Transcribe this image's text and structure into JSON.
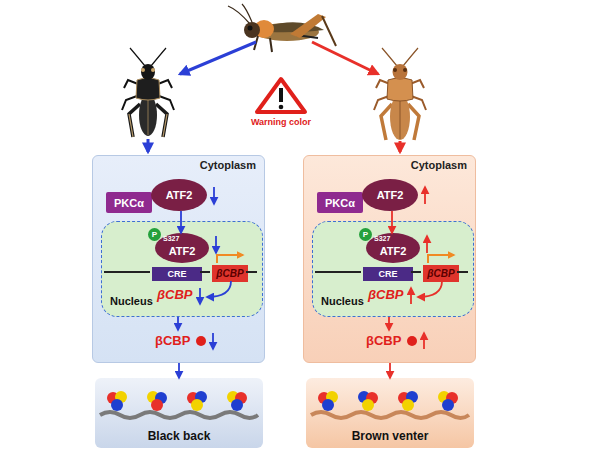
{
  "diagram": {
    "nodes": [
      {
        "text": [
          "Cytoplasm"
        ]
      },
      {
        "text": [
          "PKCα"
        ],
        "in": 0
      },
      {
        "text": [
          "ATF2"
        ],
        "in": 0
      },
      {
        "text": [
          "Nucleus"
        ],
        "in": 0
      },
      {
        "text": [
          "P"
        ],
        "in": 3
      },
      {
        "text": [
          "S327",
          "ATF2"
        ],
        "in": 3
      },
      {
        "text": [
          "CRE"
        ],
        "in": 3
      },
      {
        "text": [
          "βCBP"
        ],
        "in": 3
      },
      {
        "text": [
          "Black back"
        ]
      },
      {
        "text": [
          "Cytoplasm"
        ]
      },
      {
        "text": [
          "PKCα"
        ],
        "in": 9
      },
      {
        "text": [
          "ATF2"
        ],
        "in": 9
      },
      {
        "text": [
          "Nucleus"
        ],
        "in": 9
      },
      {
        "text": [
          "P"
        ],
        "in": 12
      },
      {
        "text": [
          "S327",
          "ATF2"
        ],
        "in": 12
      },
      {
        "text": [
          "CRE"
        ],
        "in": 12
      },
      {
        "text": [
          "βCBP"
        ],
        "in": 12
      },
      {
        "text": [
          "Brown venter"
        ]
      }
    ],
    "edges": [
      {
        "from": 2,
        "to": 5,
        "arrow": "to"
      },
      {
        "from": 0,
        "to": 8,
        "arrow": "to"
      },
      {
        "from": 11,
        "to": 14,
        "arrow": "to"
      },
      {
        "from": 9,
        "to": 17,
        "arrow": "to"
      }
    ],
    "labels": [
      "Warning color",
      "βCBP",
      "βCBP",
      "βCBP",
      "βCBP"
    ]
  }
}
